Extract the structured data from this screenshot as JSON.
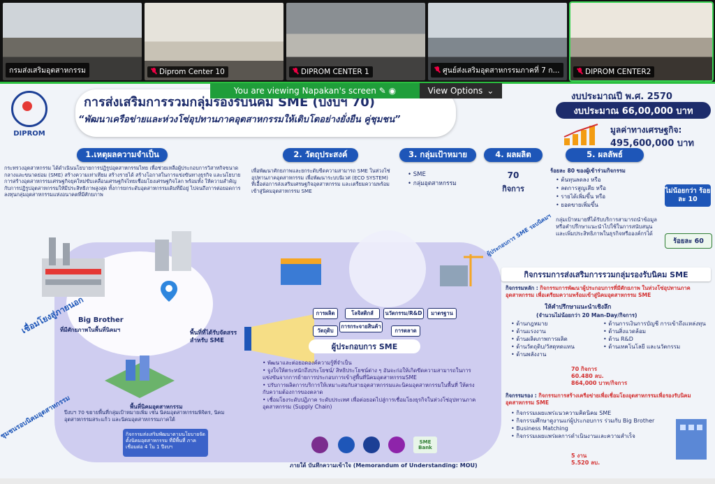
{
  "participants": [
    {
      "name": "กรมส่งเสริมอุตสาหกรรม",
      "muted": false,
      "active": false
    },
    {
      "name": "Diprom Center 10",
      "muted": true,
      "active": false
    },
    {
      "name": "DIPROM CENTER 1",
      "muted": true,
      "active": false
    },
    {
      "name": "ศูนย์ส่งเสริมอุตสาหกรรมภาคที่ 7 ก...",
      "muted": true,
      "active": false
    },
    {
      "name": "DIPROM CENTER2",
      "muted": true,
      "active": true
    }
  ],
  "share_banner": {
    "prefix": "You are viewing",
    "owner": "Napakan's screen",
    "options": "View Options"
  },
  "slide": {
    "logo": "DIPROM",
    "title": "การส่งเสริมการรวมกลุ่มรองรับนิคม SME (ปีงบฯ 70)",
    "subtitle": "“พัฒนาเครือข่ายและห่วงโซ่อุปทานภาคอุตสาหกรรมให้เติบโตอย่างยั่งยืน คู่ชุมชน”",
    "budget_year": "งบประมาณปี พ.ศ. 2570",
    "budget_amount": "งบประมาณ 66,00,000 บาท",
    "econ_label": "มูลค่าทางเศรษฐกิจ:",
    "econ_value": "495,600,000 บาท",
    "h1": "1.เหตุผลความจำเป็น",
    "h1_text": "กระทรวงอุตสาหกรรม ได้ดำเนินนโยบายการปฏิรูปอุตสาหกรรมไทย เพื่อช่วยเหลือผู้ประกอบการวิสาหกิจขนาดกลางและขนาดย่อม (SME) สร้างความเท่าเทียม สร้างรายได้ สร้างโอกาสในการแข่งขันทางธุรกิจ และนโยบายการสร้างอุตสาหกรรมเศรษฐกิจยุคใหม่ขับเคลื่อนเศรษฐกิจไทยเชื่อมโยงเศรษฐกิจโลก พร้อมทั้ง ให้ความสำคัญกับการปฏิรูปอุตสาหกรรมให้มีประสิทธิภาพสูงสุด ทั้งการยกระดับอุตสาหกรรมเดิมที่มีอยู่ ไปจนถึงการต่อยอดการลงทุนกลุ่มอุตสาหกรรมแห่งอนาคตที่มีศักยภาพ",
    "h2": "2. วัตถุประสงค์",
    "h2_text": "เพื่อพัฒนาศักยภาพและยกระดับขีดความสามารถ SME ในห่วงโซ่อุปทานภาคอุตสาหกรรม เพื่อพัฒนาระบบนิเวศ (ECO SYSTEM) ที่เอื้อต่อการส่งเสริมเศรษฐกิจอุตสาหกรรม และเตรียมความพร้อมเข้าสู่นิคมอุตสาหกรรม SME",
    "h3": "3. กลุ่มเป้าหมาย",
    "h3_items": [
      "SME",
      "กลุ่มอุตสาหกรรม"
    ],
    "h4": "4. ผลผลิต",
    "h4_value": "70",
    "h4_unit": "กิจการ",
    "h5": "5. ผลลัพธ์",
    "h5_lead": "ร้อยละ 80 ของผู้เข้าร่วมกิจกรรม",
    "h5_items": [
      "ต้นทุนลดลง หรือ",
      "ลดการสูญเสีย หรือ",
      "รายได้เพิ่มขึ้น หรือ",
      "ยอดขายเพิ่มขึ้น"
    ],
    "h5_pct1": "ไม่น้อยกว่า ร้อยละ 10",
    "h5_second": "กลุ่มเป้าหมายที่ได้รับบริการสามารถนำข้อมูลหรือคำปรึกษาแนะนำไปใช้ในการสนับสนุน และเพิ่มประสิทธิภาพในธุรกิจหรือองค์กรได้",
    "h5_pct2": "ร้อยละ 60",
    "diagram": {
      "big_brother": "Big Brother",
      "big_brother_sub": "ที่มีศักยภาพในพื้นที่นิคมฯ",
      "area_label": "พื้นที่ที่ได้รับจัดสรร สำหรับ SME",
      "network_label": "เชื่อมโยงสู่ภายนอก",
      "network_label2": "ชุมชนรอบนิคมอุตสาหกรรม",
      "sme_support": "ผู้ประกอบการ SME รอบนิคมฯ",
      "chips": [
        "การผลิต",
        "โลจิสติกส์",
        "นวัตกรรม/R&D",
        "มาตรฐาน",
        "วัตถุดิบ",
        "การกระจายสินค้า",
        "การตลาด"
      ],
      "sme_plate": "ผู้ประกอบการ SME",
      "estate_title": "พื้นที่นิคมอุตสาหกรรม",
      "estate_text": "ปีงบฯ 70 ขยายพื้นที่กลุ่มเป้าหมายเพิ่ม เช่น นิคมอุตสาหกรรมพิจิตร, นิคมอุตสาหกรรมสระแก้ว และนิคมอุตสาหกรรมภาคใต้",
      "bottom_note": "กิจกรรมส่งเสริมพัฒนาตามนโยบายจัดตั้งนิคมอุตสาหกรรม ที่มีพื้นที่ ภาคเชื่อมต่อ 4 ใน 1 ปีงบฯ",
      "bullets": [
        "พัฒนาและต่อยอดองค์ความรู้ที่จำเป็น",
        "จูงใจให้ตระหนักถึงประโยชน์/ สิทธิประโยชน์ต่าง ๆ อันจะก่อให้เกิดขีดความสามารถในการแข่งขันจากการย้ายการประกอบการเข้าสู่พื้นที่นิคมอุตสาหกรรมSME",
        "ปรับการผลิตการบริการให้เหมาะสมกับสายอุตสาหกรรมและนิคมอุตสาหกรรมในพื้นที่ ให้ตรงกับความต้องการของตลาด",
        "เชื่อมโยงระดับปฏิภาค ระดับประเทศ เพื่อต่อยอดไปสู่การเชื่อมโยงธุรกิจในห่วงโซ่อุปทานภาคอุตสาหกรรม (Supply Chain)"
      ],
      "mou": "ภายใต้ บันทึกความเข้าใจ (Memorandum of Understanding: MOU)",
      "partners": [
        "SME Bank"
      ]
    },
    "act": {
      "title": "กิจกรรมการส่งเสริมการรวมกลุ่มรองรับนิคม SME",
      "main_label": "กิจกรรมหลัก :",
      "main_text": "กิจกรรมการพัฒนาผู้ประกอบการที่มีศักยภาพ ในห่วงโซ่อุปทานภาคอุตสาหกรรม เพื่อเตรียมความพร้อมเข้าสู่นิคมอุตสาหกรรม SME",
      "consult": "ให้คำปรึกษาแนะนำเชิงลึก",
      "consult_sub": "(จำนวนไม่น้อยกว่า 20 Man-Day/กิจการ)",
      "areas_left": [
        "ด้านกฎหมาย",
        "ด้านแรงงาน",
        "ด้านผลิตภาพการผลิต",
        "ด้านวัตถุดิบ/วัสดุทดแทน",
        "ด้านพลังงาน"
      ],
      "areas_right": [
        "ด้านการเงินการบัญชี การเข้าถึงแหล่งทุน",
        "ด้านสิ่งแวดล้อม",
        "ด้าน R&D",
        "ด้านเทคโนโลยี และนวัตกรรม"
      ],
      "stats1": [
        "70 กิจการ",
        "60.480 ลบ.",
        "864,000 บาท/กิจการ"
      ],
      "sub_label": "กิจกรรมรอง :",
      "sub_text": "กิจกรรมการสร้างเครือข่ายเพื่อเชื่อมโยงอุตสาหกรรมเพื่อรองรับนิคมอุตสาหกรรม SME",
      "sub_items": [
        "กิจกรรมเผยแพร่แนวความคิดนิคม SME",
        "กิจกรรมศึกษาดูงานแก่ผู้ประกอบการ ร่วมกับ Big Brother",
        "Business Matching",
        "กิจกรรมเผยแพร่ผลการดำเนินงานและความสำเร็จ"
      ],
      "stats2": [
        "5 งาน",
        "5.520 ลบ."
      ]
    }
  },
  "colors": {
    "accent": "#1e56b8",
    "navy": "#1d2c6b",
    "share_border": "#2bbf3f",
    "red": "#d32f2f",
    "purple": "#c9c6ef"
  }
}
